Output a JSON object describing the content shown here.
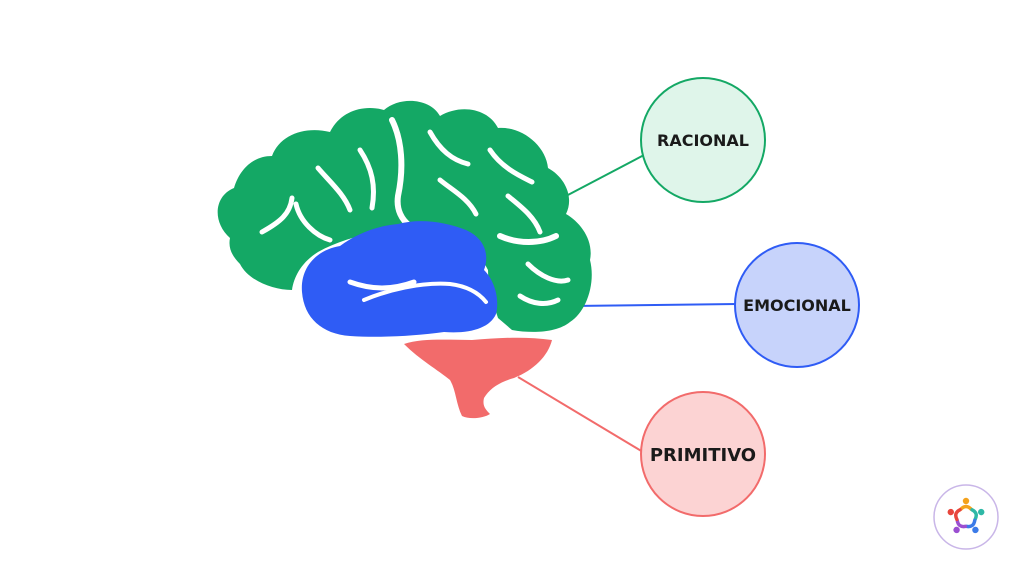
{
  "colors": {
    "background": "#ffffff",
    "rational": "#14a865",
    "rational_fill": "#dff5ea",
    "emotional": "#2f5cf5",
    "emotional_fill": "#c7d3fb",
    "primitive": "#f26b6b",
    "primitive_fill": "#fcd3d3",
    "text": "#1a1a1a"
  },
  "nodes": {
    "rational": {
      "label": "RACIONAL"
    },
    "emotional": {
      "label": "EMOCIONAL"
    },
    "primitive": {
      "label": "PRIMITIVO"
    }
  },
  "logo": {
    "icon": "people-circle-logo-icon"
  }
}
